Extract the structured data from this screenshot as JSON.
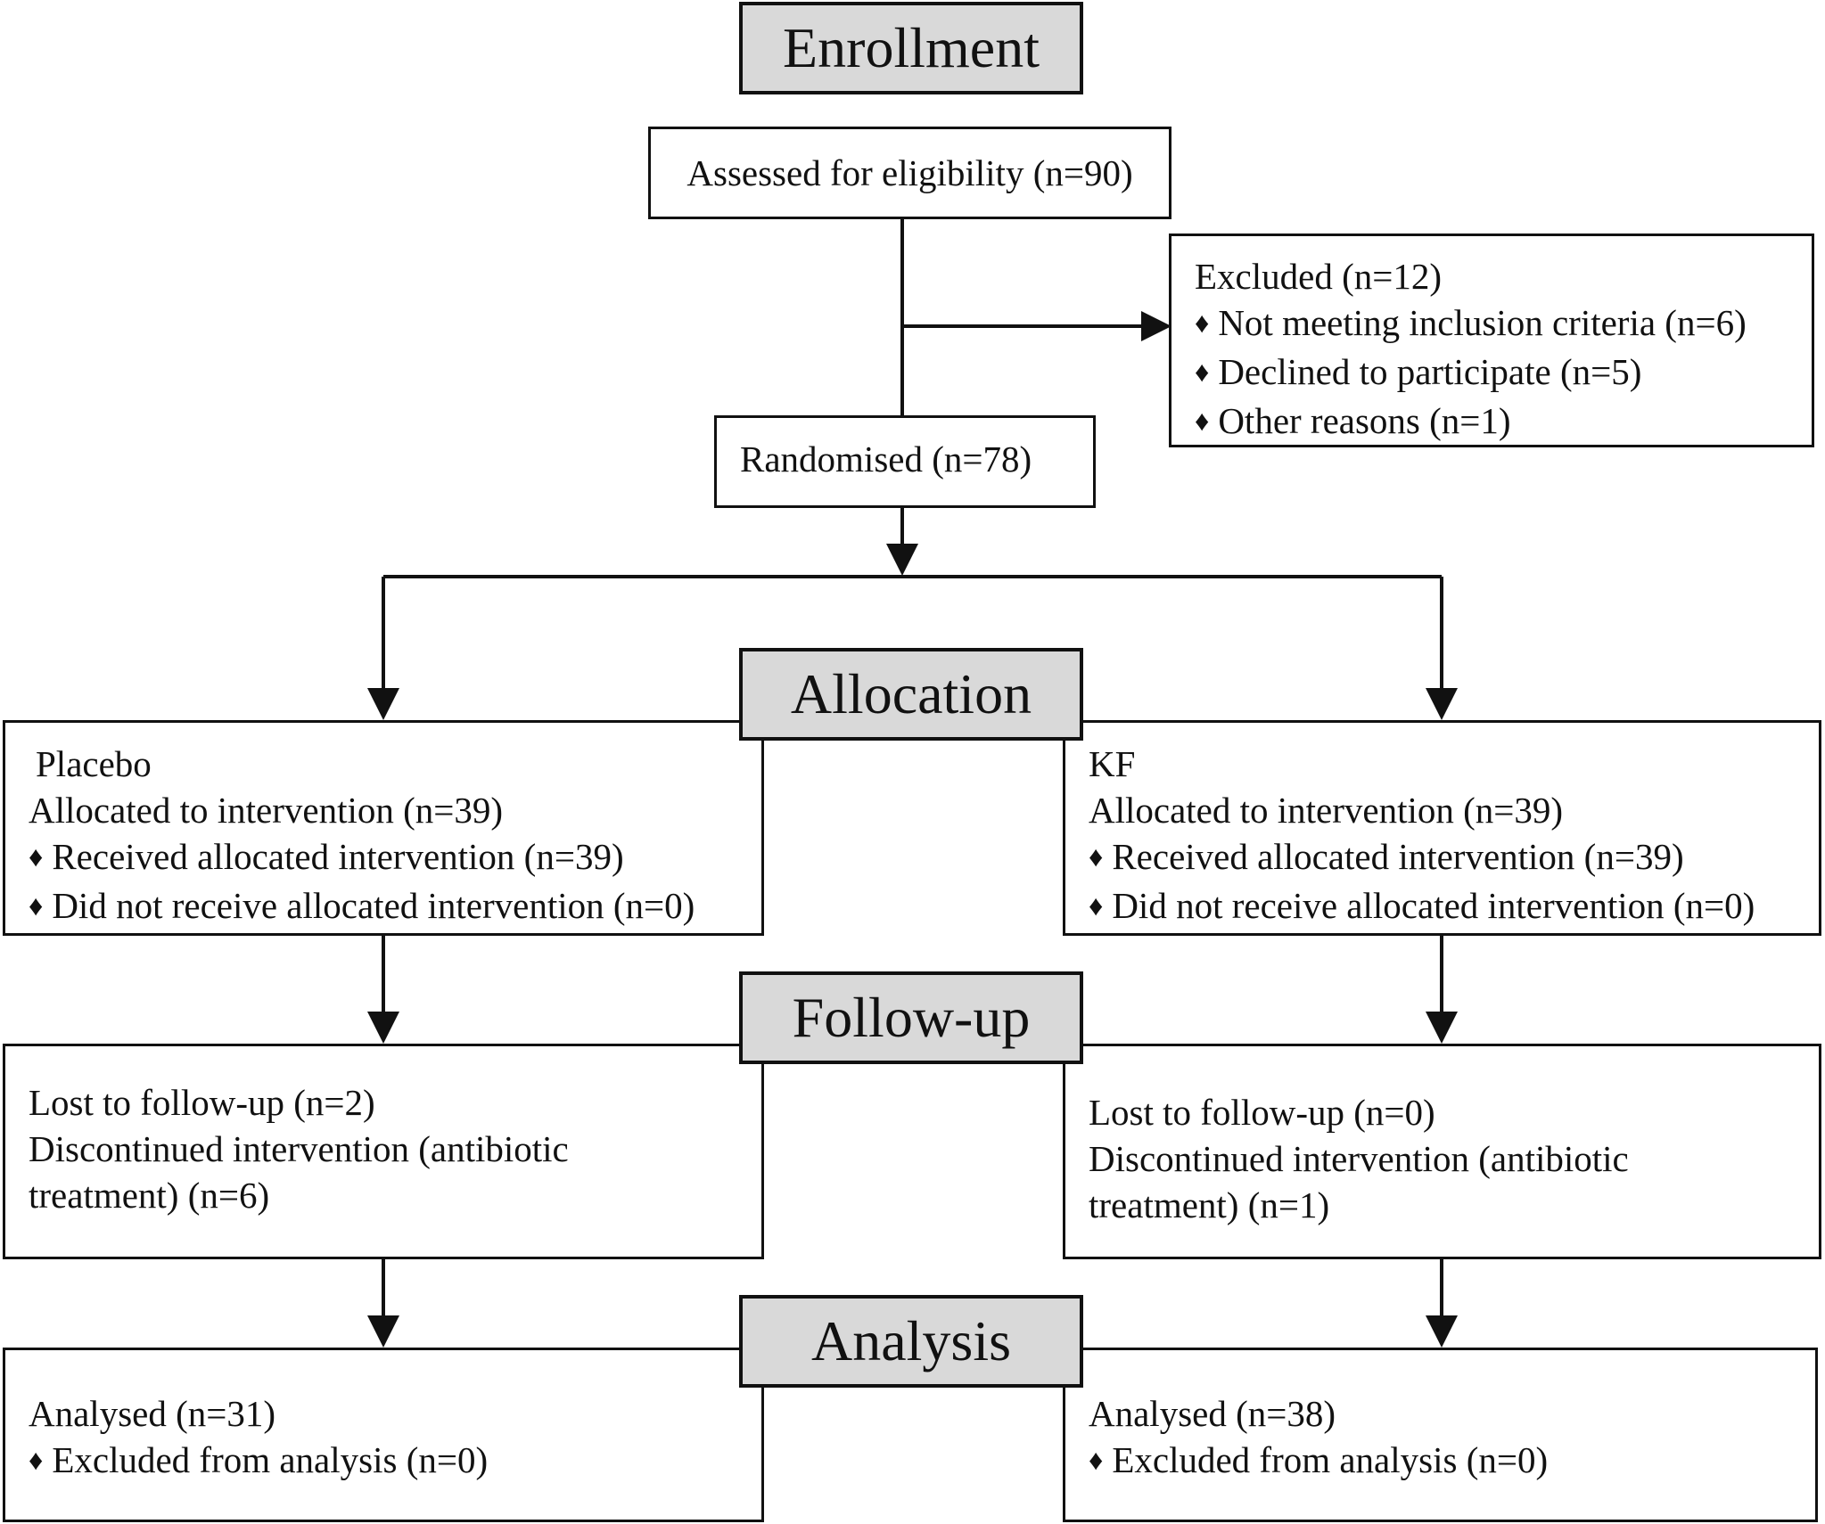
{
  "stages": {
    "enrollment": "Enrollment",
    "allocation": "Allocation",
    "followup": "Follow-up",
    "analysis": "Analysis"
  },
  "assessed": "Assessed for eligibility (n=90)",
  "excluded": {
    "title": "Excluded (n=12)",
    "items": [
      "Not meeting inclusion criteria (n=6)",
      "Declined to participate (n=5)",
      "Other reasons (n=1)"
    ]
  },
  "randomised": "Randomised (n=78)",
  "placebo": {
    "group": "Placebo",
    "allocated": "Allocated to intervention (n=39)",
    "received": "Received allocated intervention (n=39)",
    "not_received": "Did not receive allocated intervention (n=0)",
    "lost": "Lost to follow-up (n=2)",
    "discontinued": "Discontinued intervention (antibiotic treatment)  (n=6)",
    "analysed": "Analysed (n=31)",
    "excluded_analysis": "Excluded from analysis (n=0)"
  },
  "kf": {
    "group": "KF",
    "allocated": "Allocated to intervention (n=39)",
    "received": "Received allocated intervention (n=39)",
    "not_received": "Did not receive allocated intervention (n=0)",
    "lost": "Lost to follow-up (n=0)",
    "discontinued": "Discontinued intervention (antibiotic treatment) (n=1)",
    "analysed": "Analysed (n=38)",
    "excluded_analysis": "Excluded from analysis (n=0)"
  }
}
